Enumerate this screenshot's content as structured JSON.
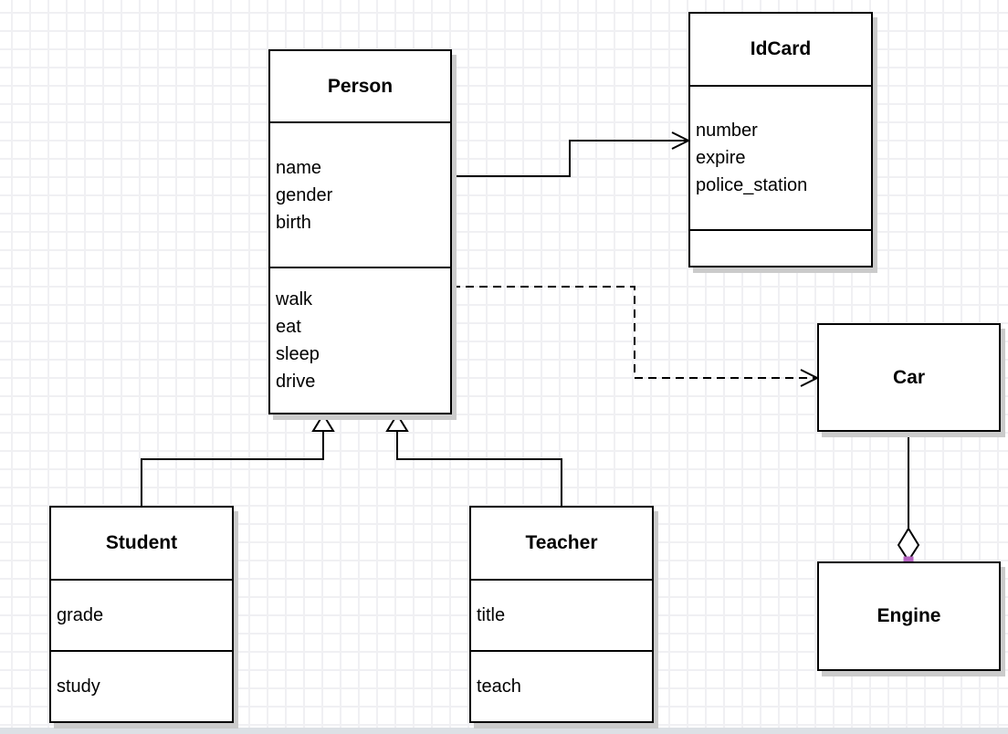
{
  "diagram": {
    "type": "uml-class-diagram",
    "classes": [
      {
        "name": "Person",
        "attributes": [
          "name",
          "gender",
          "birth"
        ],
        "methods": [
          "walk",
          "eat",
          "sleep",
          "drive"
        ]
      },
      {
        "name": "IdCard",
        "attributes": [
          "number",
          "expire",
          "police_station"
        ],
        "methods": []
      },
      {
        "name": "Car",
        "attributes": [],
        "methods": []
      },
      {
        "name": "Engine",
        "attributes": [],
        "methods": []
      },
      {
        "name": "Student",
        "attributes": [
          "grade"
        ],
        "methods": [
          "study"
        ]
      },
      {
        "name": "Teacher",
        "attributes": [
          "title"
        ],
        "methods": [
          "teach"
        ]
      }
    ],
    "relationships": [
      {
        "from": "Person",
        "to": "IdCard",
        "type": "association",
        "line": "solid",
        "arrow": "open-arrow"
      },
      {
        "from": "Person",
        "to": "Car",
        "type": "dependency",
        "line": "dashed",
        "arrow": "open-arrow"
      },
      {
        "from": "Student",
        "to": "Person",
        "type": "generalization",
        "line": "solid",
        "arrow": "hollow-triangle"
      },
      {
        "from": "Teacher",
        "to": "Person",
        "type": "generalization",
        "line": "solid",
        "arrow": "hollow-triangle"
      },
      {
        "from": "Car",
        "to": "Engine",
        "type": "aggregation",
        "line": "solid",
        "arrow": "hollow-diamond",
        "endpoint_markers": "purple-squares"
      }
    ],
    "colors": {
      "box_fill": "#ffffff",
      "line": "#000000",
      "text": "#000000",
      "endpoint_marker": "#b565c1",
      "grid_line": "#f0f0f3",
      "box_shadow": "#cbcbcb",
      "page_edge": "#dce0e5"
    }
  }
}
